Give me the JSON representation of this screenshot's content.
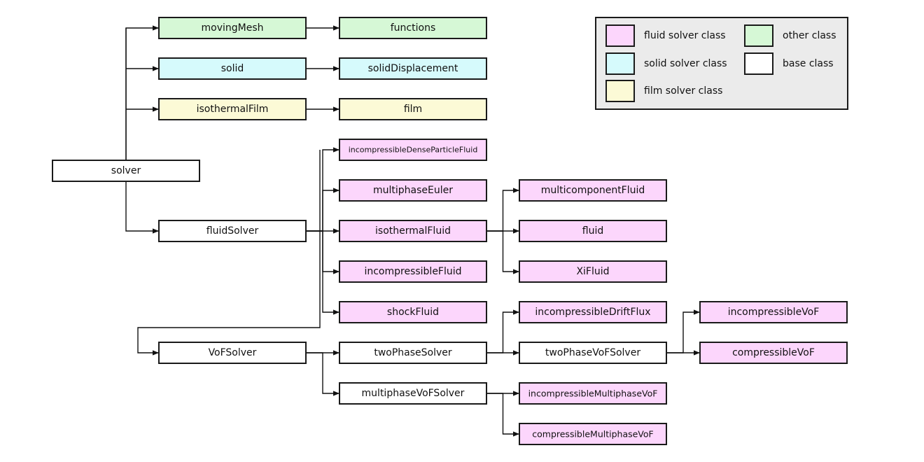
{
  "colors": {
    "fluid": "#fcd6fc",
    "solid": "#d6fafc",
    "film": "#fcfad6",
    "other": "#d6f8d6",
    "base": "#ffffff"
  },
  "legend": [
    {
      "key": "fluid",
      "label": "fluid solver class"
    },
    {
      "key": "other",
      "label": "other class"
    },
    {
      "key": "solid",
      "label": "solid solver class"
    },
    {
      "key": "base",
      "label": "base class"
    },
    {
      "key": "film",
      "label": "film solver class"
    }
  ],
  "nodes": {
    "solver": {
      "label": "solver",
      "kind": "base"
    },
    "movingMesh": {
      "label": "movingMesh",
      "kind": "other"
    },
    "functions": {
      "label": "functions",
      "kind": "other"
    },
    "solid": {
      "label": "solid",
      "kind": "solid"
    },
    "solidDisplacement": {
      "label": "solidDisplacement",
      "kind": "solid"
    },
    "isothermalFilm": {
      "label": "isothermalFilm",
      "kind": "film"
    },
    "film": {
      "label": "film",
      "kind": "film"
    },
    "fluidSolver": {
      "label": "fluidSolver",
      "kind": "base"
    },
    "incompressibleDenseParticleFluid": {
      "label": "incompressibleDenseParticleFluid",
      "kind": "fluid"
    },
    "multiphaseEuler": {
      "label": "multiphaseEuler",
      "kind": "fluid"
    },
    "isothermalFluid": {
      "label": "isothermalFluid",
      "kind": "fluid"
    },
    "incompressibleFluid": {
      "label": "incompressibleFluid",
      "kind": "fluid"
    },
    "shockFluid": {
      "label": "shockFluid",
      "kind": "fluid"
    },
    "multicomponentFluid": {
      "label": "multicomponentFluid",
      "kind": "fluid"
    },
    "fluid": {
      "label": "fluid",
      "kind": "fluid"
    },
    "XiFluid": {
      "label": "XiFluid",
      "kind": "fluid"
    },
    "VoFSolver": {
      "label": "VoFSolver",
      "kind": "base"
    },
    "twoPhaseSolver": {
      "label": "twoPhaseSolver",
      "kind": "base"
    },
    "multiphaseVoFSolver": {
      "label": "multiphaseVoFSolver",
      "kind": "base"
    },
    "incompressibleDriftFlux": {
      "label": "incompressibleDriftFlux",
      "kind": "fluid"
    },
    "twoPhaseVoFSolver": {
      "label": "twoPhaseVoFSolver",
      "kind": "base"
    },
    "incompressibleVoF": {
      "label": "incompressibleVoF",
      "kind": "fluid"
    },
    "compressibleVoF": {
      "label": "compressibleVoF",
      "kind": "fluid"
    },
    "incompressibleMultiphaseVoF": {
      "label": "incompressibleMultiphaseVoF",
      "kind": "fluid"
    },
    "compressibleMultiphaseVoF": {
      "label": "compressibleMultiphaseVoF",
      "kind": "fluid"
    }
  },
  "edges": [
    [
      "solver",
      "movingMesh"
    ],
    [
      "solver",
      "solid"
    ],
    [
      "solver",
      "isothermalFilm"
    ],
    [
      "solver",
      "fluidSolver"
    ],
    [
      "movingMesh",
      "functions"
    ],
    [
      "solid",
      "solidDisplacement"
    ],
    [
      "isothermalFilm",
      "film"
    ],
    [
      "fluidSolver",
      "incompressibleDenseParticleFluid"
    ],
    [
      "fluidSolver",
      "multiphaseEuler"
    ],
    [
      "fluidSolver",
      "isothermalFluid"
    ],
    [
      "fluidSolver",
      "incompressibleFluid"
    ],
    [
      "fluidSolver",
      "shockFluid"
    ],
    [
      "fluidSolver",
      "VoFSolver"
    ],
    [
      "isothermalFluid",
      "multicomponentFluid"
    ],
    [
      "isothermalFluid",
      "fluid"
    ],
    [
      "isothermalFluid",
      "XiFluid"
    ],
    [
      "VoFSolver",
      "twoPhaseSolver"
    ],
    [
      "VoFSolver",
      "multiphaseVoFSolver"
    ],
    [
      "twoPhaseSolver",
      "incompressibleDriftFlux"
    ],
    [
      "twoPhaseSolver",
      "twoPhaseVoFSolver"
    ],
    [
      "twoPhaseVoFSolver",
      "incompressibleVoF"
    ],
    [
      "twoPhaseVoFSolver",
      "compressibleVoF"
    ],
    [
      "multiphaseVoFSolver",
      "incompressibleMultiphaseVoF"
    ],
    [
      "multiphaseVoFSolver",
      "compressibleMultiphaseVoF"
    ]
  ]
}
